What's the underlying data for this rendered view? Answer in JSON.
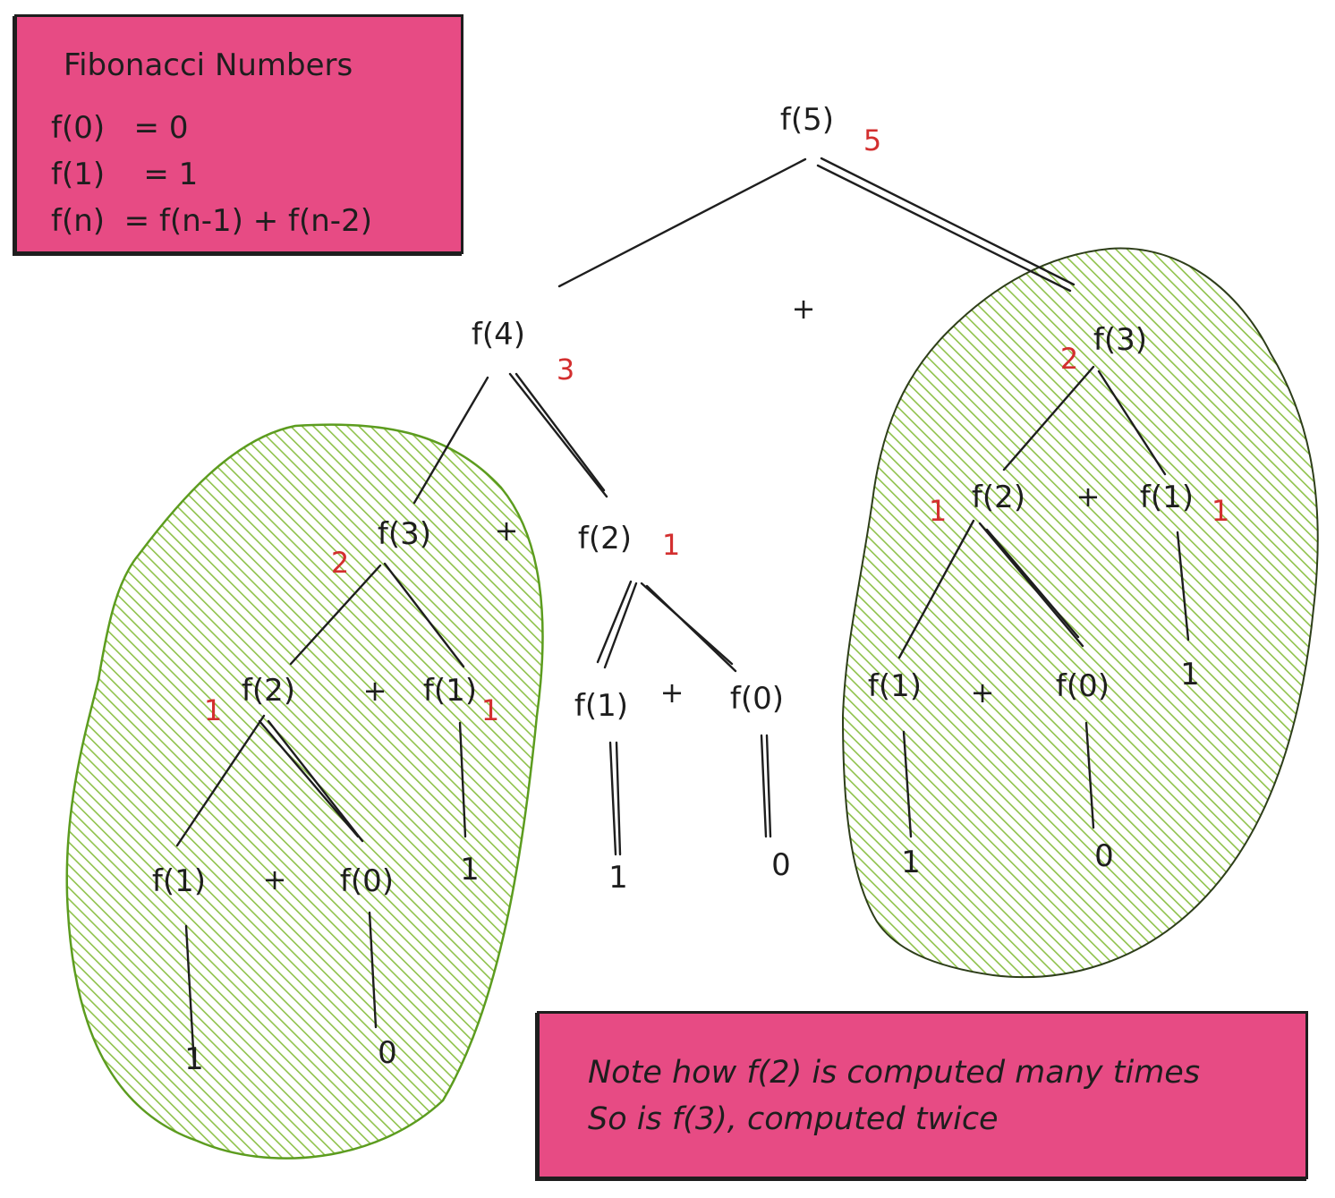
{
  "legend": {
    "title": "Fibonacci Numbers",
    "lines": [
      "f(0)   = 0",
      "f(1)    = 1",
      "f(n)  = f(n-1) + f(n-2)"
    ]
  },
  "note": {
    "lines": [
      "Note how f(2) is computed many times",
      "So is f(3), computed twice"
    ]
  },
  "colors": {
    "box_fill": "#e74b84",
    "highlight_fill": "#8fc24b",
    "highlight_stroke": "#5c9c1f",
    "ink": "#1e1e1e",
    "result": "#d32f2f"
  },
  "tree": {
    "root": {
      "label": "f(5)",
      "result": "5"
    },
    "f4": {
      "label": "f(4)",
      "result": "3"
    },
    "r_f3": {
      "label": "f(3)",
      "result": "2"
    },
    "r_f2": {
      "label": "f(2)",
      "result": "1"
    },
    "r_f1": {
      "label": "f(1)",
      "result": "1"
    },
    "r_f1_leaf": {
      "label": "f(1)"
    },
    "r_f0_leaf": {
      "label": "f(0)"
    },
    "l_f3": {
      "label": "f(3)",
      "result": "2"
    },
    "l_f2": {
      "label": "f(2)",
      "result": "1"
    },
    "l_f1": {
      "label": "f(1)",
      "result": "1"
    },
    "l_f1_leaf": {
      "label": "f(1)"
    },
    "l_f0_leaf": {
      "label": "f(0)"
    },
    "m_f2": {
      "label": "f(2)",
      "result": "1"
    },
    "m_f1": {
      "label": "f(1)"
    },
    "m_f0": {
      "label": "f(0)"
    },
    "plus": "+",
    "vals": {
      "one": "1",
      "zero": "0"
    }
  }
}
